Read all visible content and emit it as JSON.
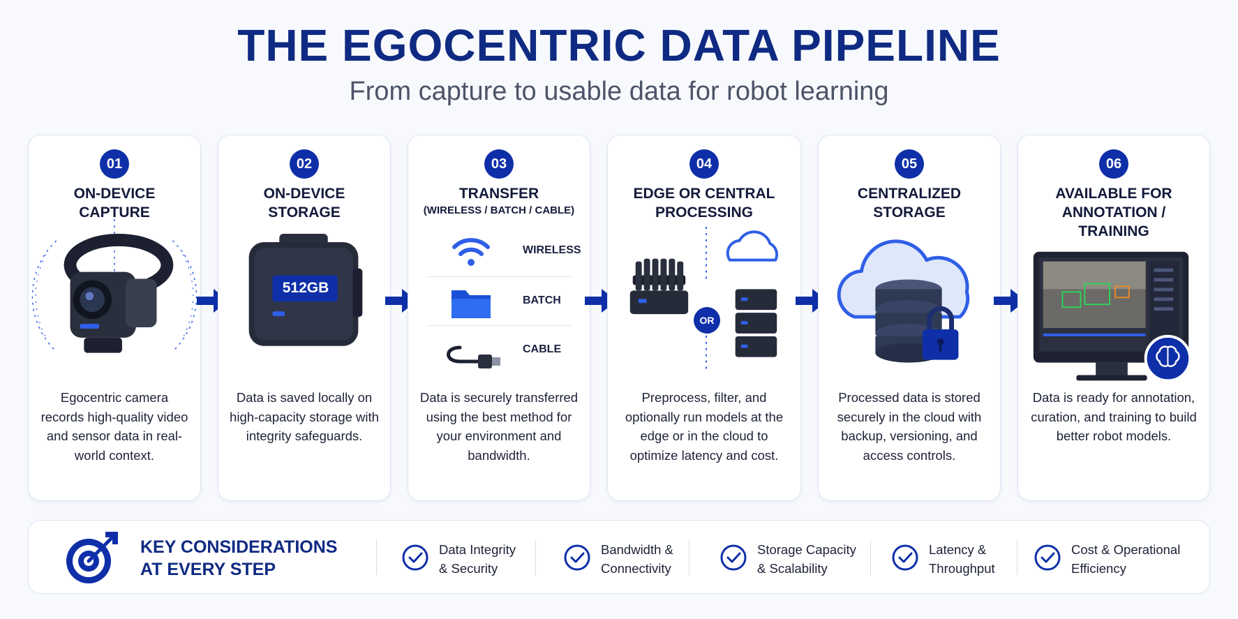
{
  "header": {
    "title": "THE EGOCENTRIC DATA PIPELINE",
    "subtitle": "From capture to usable data for robot learning"
  },
  "steps": [
    {
      "number": "01",
      "title_line1": "ON-DEVICE",
      "title_line2": "CAPTURE",
      "description": "Egocentric camera records high-quality video and sensor data in real-world context."
    },
    {
      "number": "02",
      "title_line1": "ON-DEVICE",
      "title_line2": "STORAGE",
      "device_label": "512GB",
      "description": "Data is saved locally on high-capacity storage with integrity safeguards."
    },
    {
      "number": "03",
      "title_line1": "TRANSFER",
      "title_sub": "(WIRELESS / BATCH / CABLE)",
      "methods": [
        "WIRELESS",
        "BATCH",
        "CABLE"
      ],
      "description": "Data is securely transferred using the best method for your environment and bandwidth."
    },
    {
      "number": "04",
      "title_line1": "EDGE OR CENTRAL",
      "title_line2": "PROCESSING",
      "or_label": "OR",
      "description": "Preprocess, filter, and optionally run models at the edge or in the cloud to optimize latency and cost."
    },
    {
      "number": "05",
      "title_line1": "CENTRALIZED",
      "title_line2": "STORAGE",
      "description": "Processed data is stored securely in the cloud with backup, versioning, and access controls."
    },
    {
      "number": "06",
      "title_line1": "AVAILABLE FOR",
      "title_line2": "ANNOTATION /",
      "title_line3": "TRAINING",
      "description": "Data is ready for annotation, curation, and training to build better robot models."
    }
  ],
  "considerations": {
    "title_line1": "KEY CONSIDERATIONS",
    "title_line2": "AT EVERY STEP",
    "items": [
      {
        "line1": "Data Integrity",
        "line2": "& Security"
      },
      {
        "line1": "Bandwidth &",
        "line2": "Connectivity"
      },
      {
        "line1": "Storage Capacity",
        "line2": "& Scalability"
      },
      {
        "line1": "Latency &",
        "line2": "Throughput"
      },
      {
        "line1": "Cost & Operational",
        "line2": "Efficiency"
      }
    ]
  },
  "colors": {
    "primary": "#0e2fa8",
    "title": "#0f2a82",
    "accent": "#2f5fe6"
  }
}
